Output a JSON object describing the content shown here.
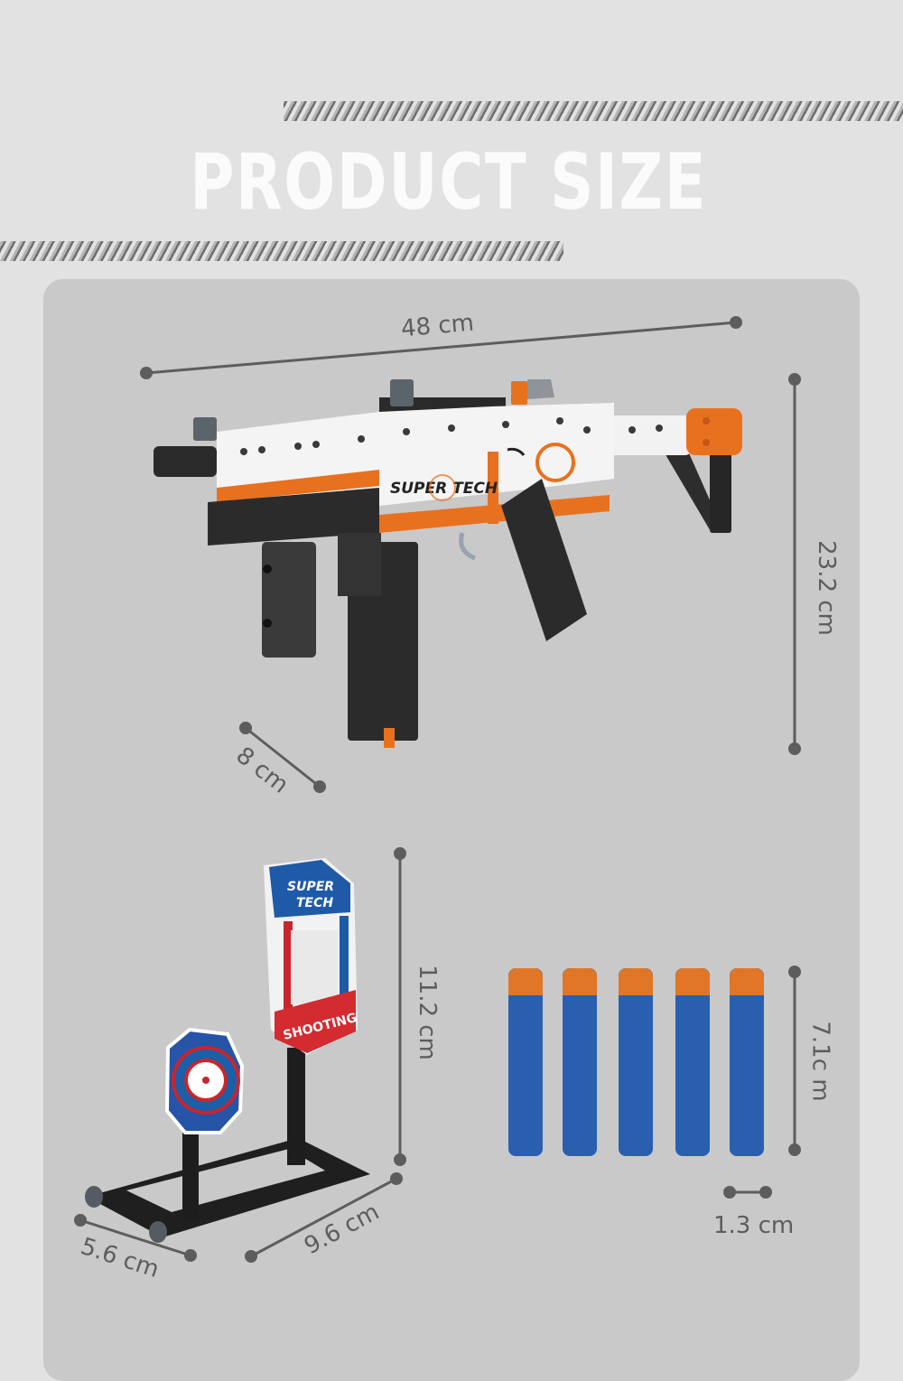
{
  "header": {
    "title": "PRODUCT SIZE"
  },
  "colors": {
    "background": "#e2e2e2",
    "panel": "#c9c9c9",
    "title": "#fbfbfb",
    "dimension_line": "#5d5d5d",
    "accent_orange": "#e8711f",
    "dart_blue": "#2a5fb0",
    "dart_tip": "#e07626"
  },
  "gun": {
    "brand_label": "SUPER TECH",
    "dimensions": {
      "length": "48 cm",
      "height": "23.2 cm",
      "width": "8 cm"
    }
  },
  "target": {
    "sign_brand_line1": "SUPER",
    "sign_brand_line2": "TECH",
    "sign_caption": "SHOOTING",
    "dimensions": {
      "height": "11.2 cm",
      "depth": "9.6 cm",
      "width": "5.6 cm"
    }
  },
  "darts": {
    "count": 5,
    "dimensions": {
      "length": "7.1c m",
      "diameter": "1.3 cm"
    }
  }
}
